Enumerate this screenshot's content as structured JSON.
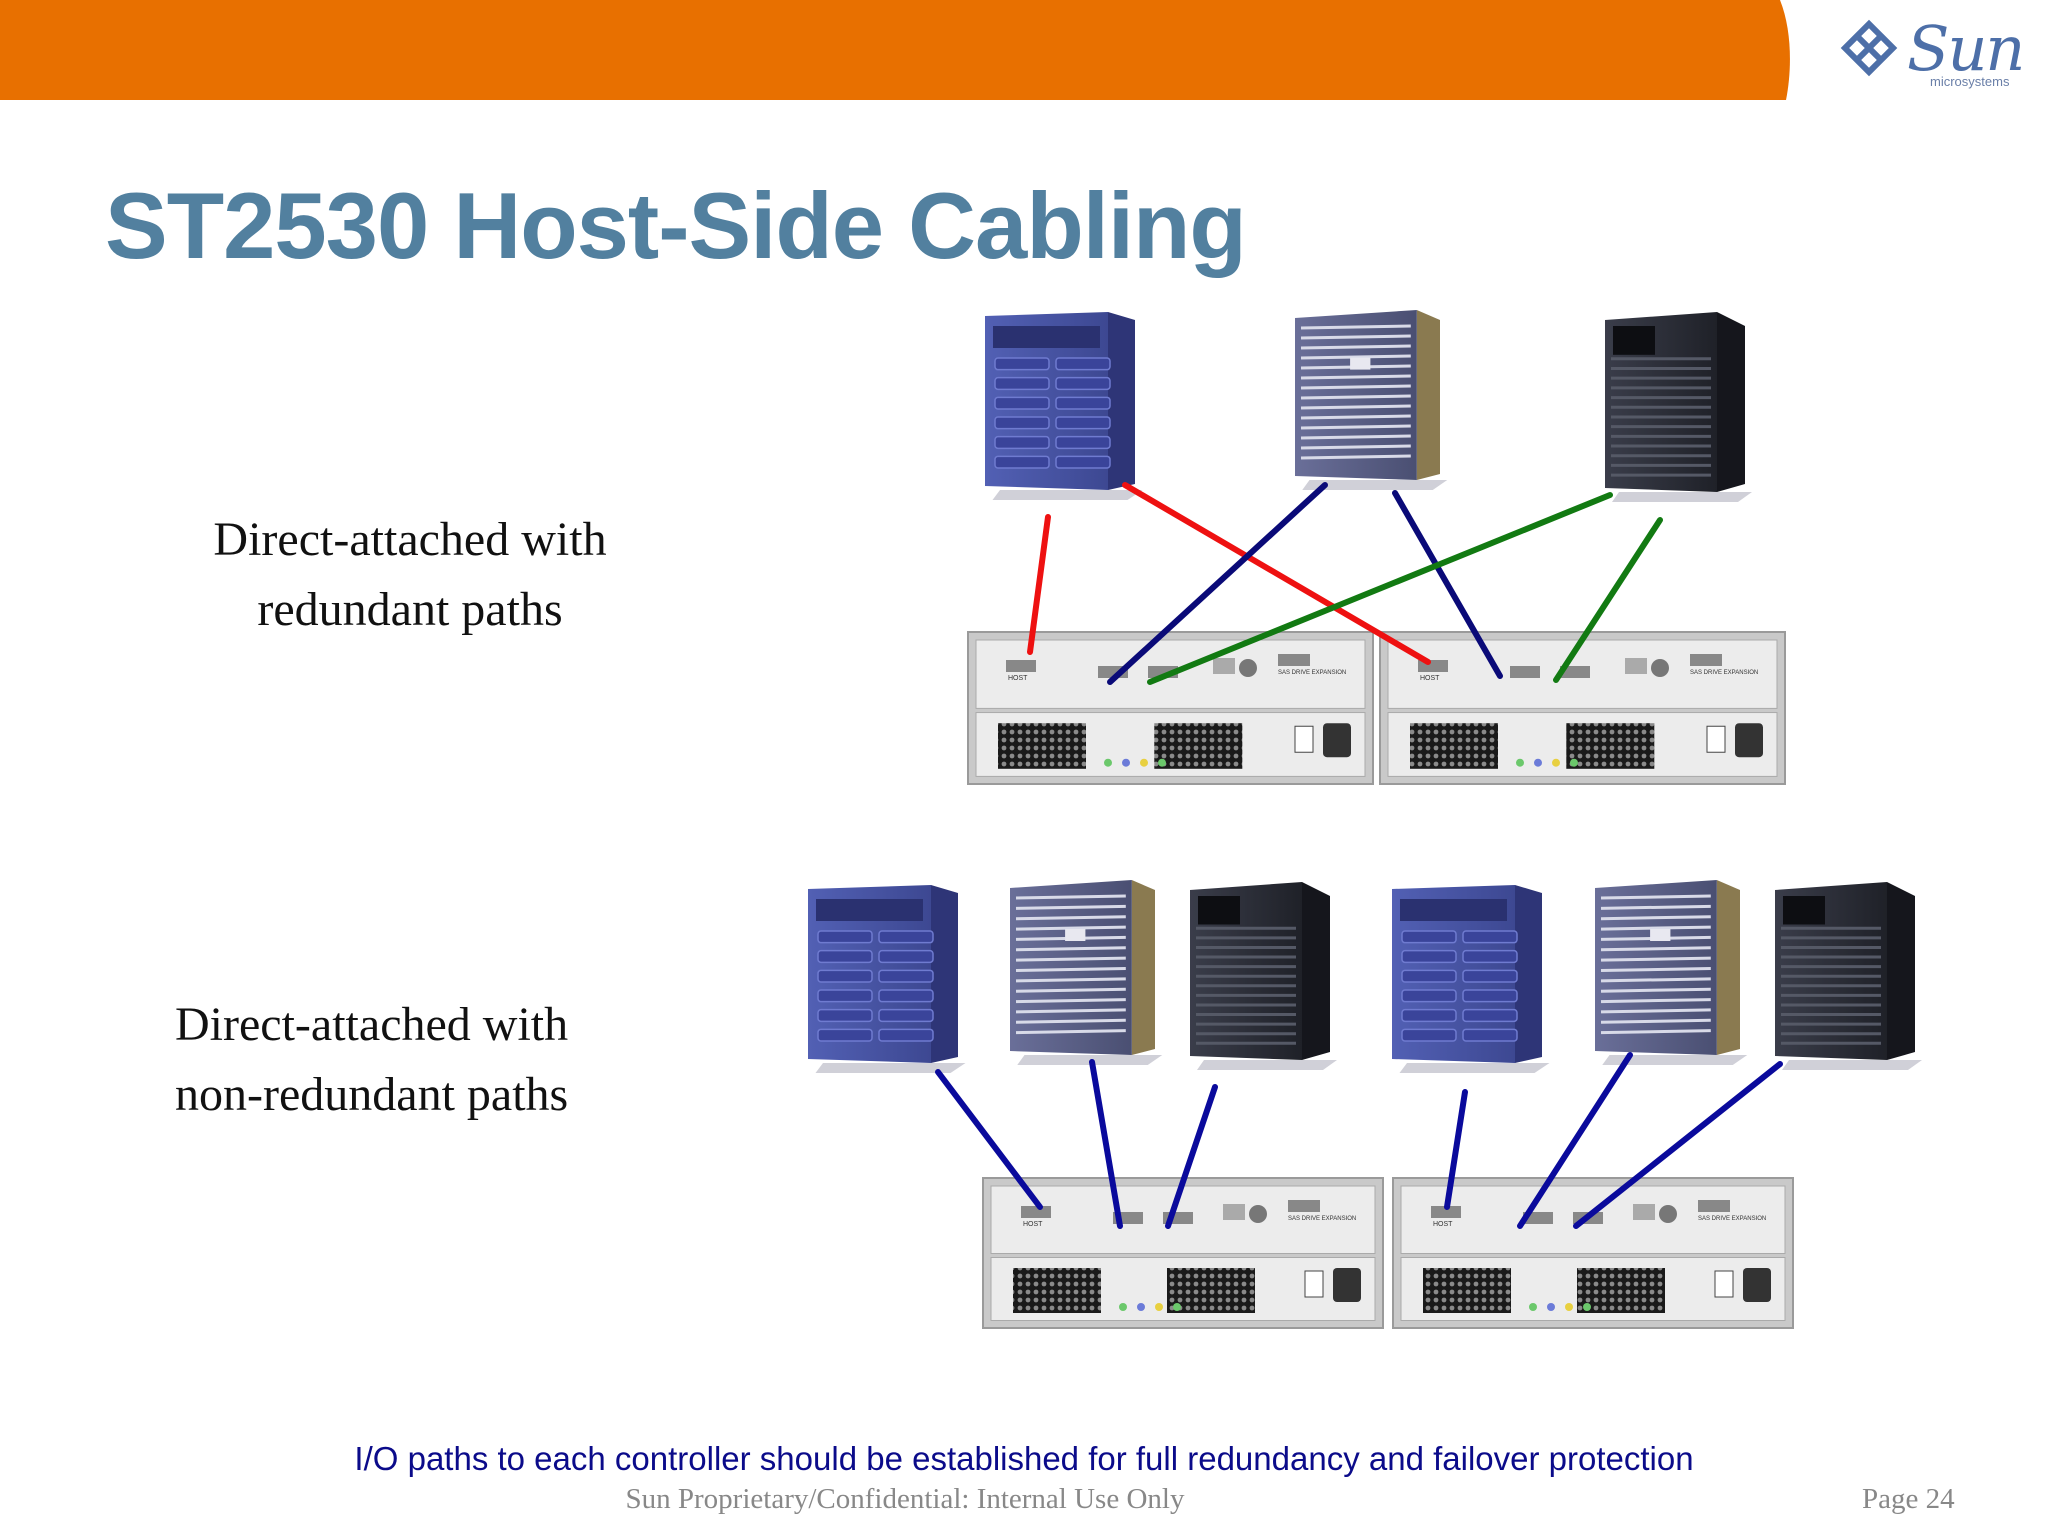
{
  "brand": {
    "logo_word": "Sun",
    "logo_sub": "microsystems",
    "header_color": "#e87000"
  },
  "slide": {
    "title": "ST2530 Host-Side Cabling",
    "sections": [
      {
        "caption_lines": [
          "Direct-attached with",
          "redundant paths"
        ]
      },
      {
        "caption_lines": [
          "Direct-attached with",
          "non-redundant paths"
        ]
      }
    ],
    "footnote": "I/O paths to each controller should be established for full redundancy and failover protection"
  },
  "footer": {
    "confidentiality": "Sun Proprietary/Confidential: Internal Use Only",
    "page": "Page 24"
  },
  "diagram": {
    "port_labels": {
      "host": "HOST",
      "sas_expansion": "SAS DRIVE EXPANSION"
    },
    "cable_colors": {
      "red": "#ee1111",
      "navy": "#0a0a78",
      "green": "#127a12",
      "blue": "#0a0a9c"
    },
    "server_colors": {
      "blue_server": "#4b58a8",
      "grey_server": "#6d7190",
      "dark_server": "#2c2e38"
    }
  }
}
